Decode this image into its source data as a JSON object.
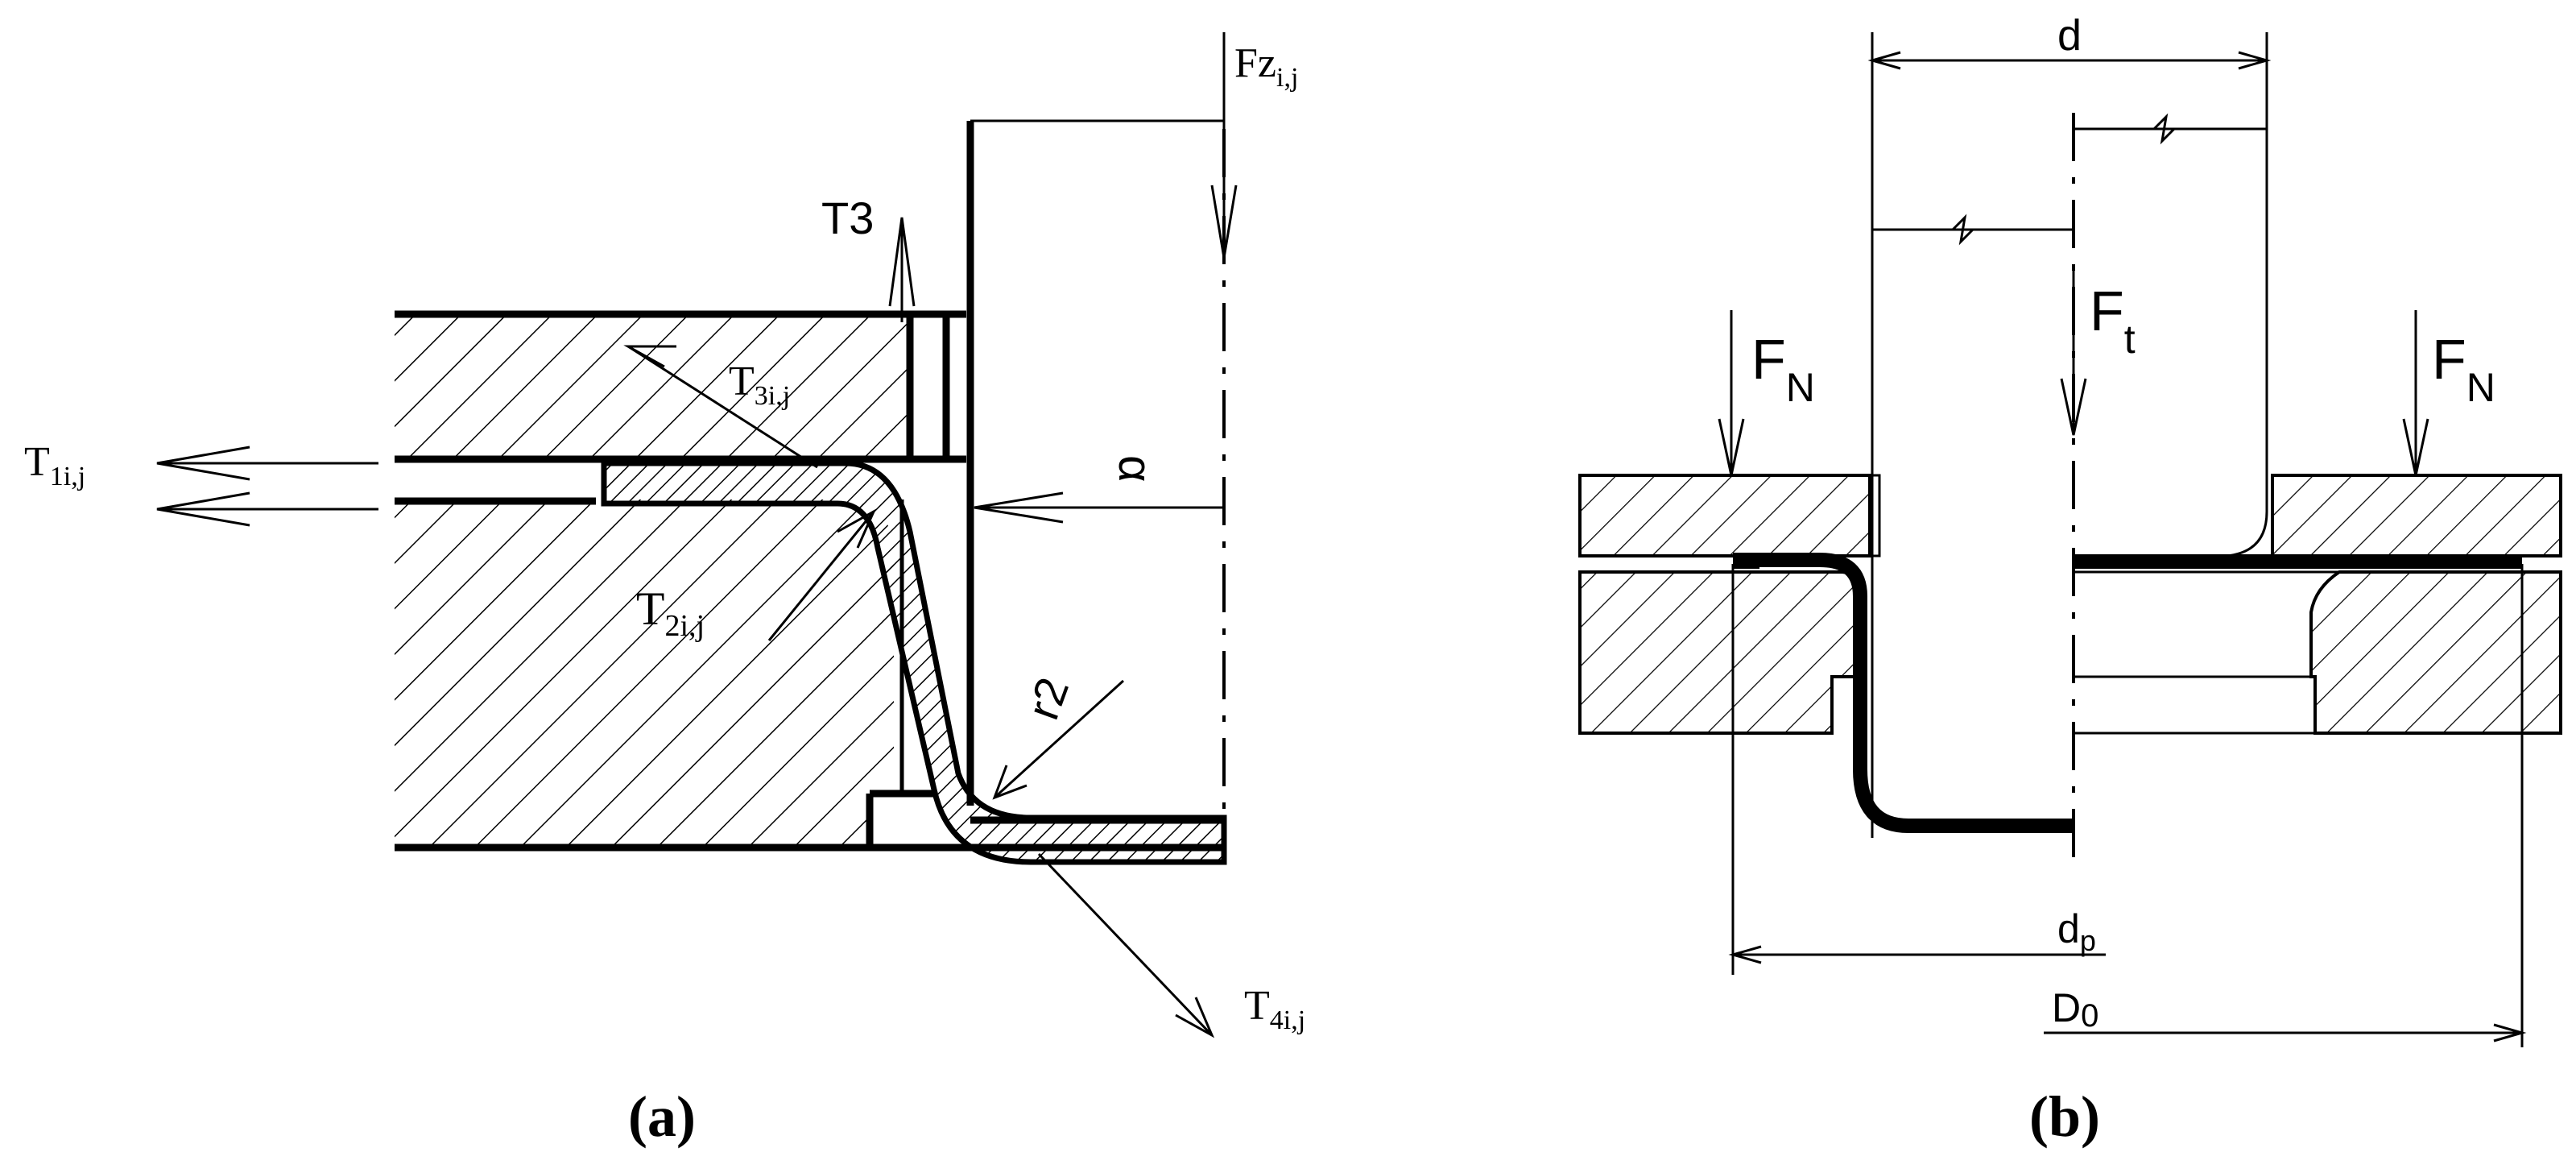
{
  "panel_a": {
    "caption": "(a)",
    "labels": {
      "fz": "Fz",
      "fz_sub": "i,j",
      "t3": "T3",
      "t3ij": "T",
      "t3ij_sub": "3i,j",
      "t1ij": "T",
      "t1ij_sub": "1i,j",
      "t2ij": "T",
      "t2ij_sub": "2i,j",
      "t4ij": "T",
      "t4ij_sub": "4i,j",
      "alpha": "α",
      "r2": "r2"
    }
  },
  "panel_b": {
    "caption": "(b)",
    "labels": {
      "d": "d",
      "ft": "F",
      "ft_sub": "t",
      "fn_left": "F",
      "fn_left_sub": "N",
      "fn_right": "F",
      "fn_right_sub": "N",
      "dp": "d",
      "dp_sub": "p",
      "d0": "D",
      "d0_sub": "0"
    }
  }
}
